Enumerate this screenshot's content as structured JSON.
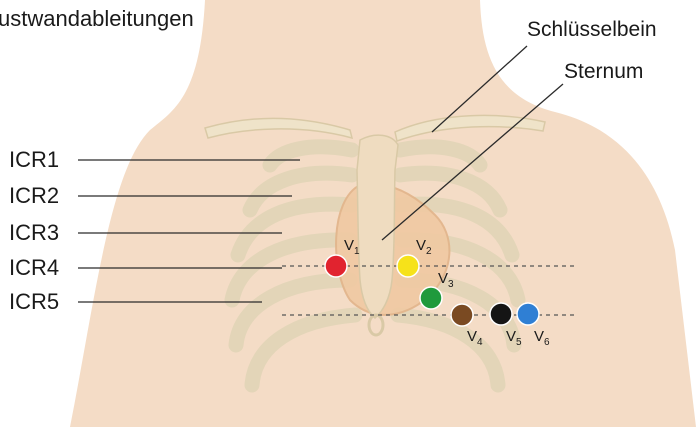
{
  "title": "ustwandableitungen",
  "anatomy_labels": {
    "clavicle": "Schlüsselbein",
    "sternum": "Sternum"
  },
  "intercostal_spaces": [
    "ICR1",
    "ICR2",
    "ICR3",
    "ICR4",
    "ICR5"
  ],
  "electrodes": [
    {
      "id": "V1",
      "letter": "V",
      "index": "1",
      "color": "#e1232f"
    },
    {
      "id": "V2",
      "letter": "V",
      "index": "2",
      "color": "#f6e21a"
    },
    {
      "id": "V3",
      "letter": "V",
      "index": "3",
      "color": "#1f9a3c"
    },
    {
      "id": "V4",
      "letter": "V",
      "index": "4",
      "color": "#7a4a22"
    },
    {
      "id": "V5",
      "letter": "V",
      "index": "5",
      "color": "#151515"
    },
    {
      "id": "V6",
      "letter": "V",
      "index": "6",
      "color": "#2f7fd4"
    }
  ],
  "colors": {
    "skin": "#f4dcc6",
    "bone": "#efe3c9",
    "bone_shade": "#d9c9a6",
    "heart": "#f0c9a2",
    "leader_line": "#2b2b2b",
    "guide_dash": "#555555"
  }
}
